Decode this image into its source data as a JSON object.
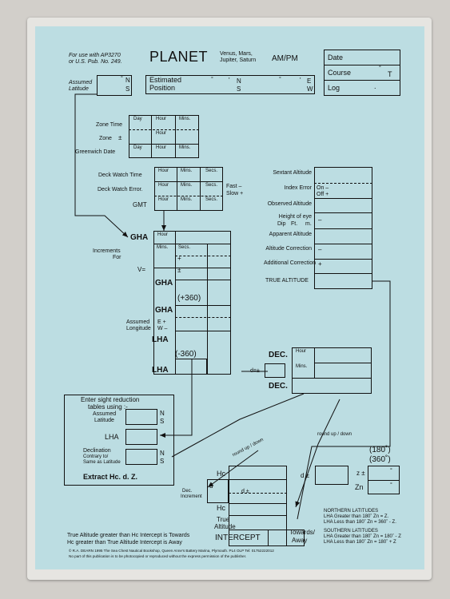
{
  "header": {
    "use_with_line1": "For use with AP3270",
    "use_with_line2": "or U.S. Pub. No. 249.",
    "title": "PLANET",
    "planets_line1": "Venus, Mars,",
    "planets_line2": "Jupiter, Saturn",
    "ampm": "AM/PM",
    "date_label": "Date",
    "course_label": "Course",
    "course_unit": "T",
    "log_label": "Log",
    "assumed_latitude_line1": "Assumed",
    "assumed_latitude_line2": "Latitude",
    "estimated_line1": "Estimated",
    "estimated_line2": "Position",
    "n": "N",
    "s": "S",
    "e": "E",
    "w": "W",
    "deg": "°",
    "min": "'",
    "dot": "."
  },
  "time_block": {
    "col_day": "Day",
    "col_hour": "Hour",
    "col_mins": "Mins.",
    "zone_time": "Zone Time",
    "zone": "Zone",
    "pm": "±",
    "greenwich_date": "Greenwich Date"
  },
  "watch_block": {
    "col_hour": "Hour",
    "col_mins": "Mins.",
    "col_secs": "Secs.",
    "deck_watch_time": "Deck Watch Time",
    "deck_watch_error": "Deck Watch Error.",
    "fast": "Fast –",
    "slow": "Slow +",
    "gmt": "GMT"
  },
  "gha_block": {
    "gha": "GHA",
    "hour": "Hour",
    "increments_line1": "Increments",
    "increments_line2": "For",
    "mins": "Mins.",
    "secs": "Secs.",
    "v": "V=",
    "plus": "+",
    "pm": "±",
    "plus360": "(+360)",
    "assumed_longitude_line1": "Assumed",
    "assumed_longitude_line2": "Longitude",
    "e_plus": "E +",
    "w_minus": "W –",
    "lha": "LHA",
    "minus360": "(-360)"
  },
  "altitude_block": {
    "sextant_altitude": "Sextant Altitude",
    "index_error": "Index Error",
    "on": "On –",
    "off": "Off +",
    "observed_altitude": "Observed Altitude",
    "height_of_eye": "Height of eye",
    "dip": "Dip",
    "ft": "Ft.",
    "m": "m.",
    "apparent_altitude": "Apparent Altitude",
    "altitude_correction": "Altitude Correction",
    "additional_correction": "Additional Correction",
    "true_altitude": "TRUE ALTITUDE",
    "minus": "–",
    "plus": "+"
  },
  "dec_block": {
    "dec": "DEC.",
    "hour": "Hour",
    "mins": "Mins.",
    "d_pm": "d=±"
  },
  "sight_reduction": {
    "enter_line1": "Enter sight  reduction",
    "enter_line2": "tables using :-",
    "assumed_latitude_line1": "Assumed",
    "assumed_latitude_line2": "Latitude",
    "lha": "LHA",
    "declination": "Declination",
    "contrary_line1": "Contrary to/",
    "contrary_line2": "Same as Latitude",
    "extract": "Extract  Hc.  d.  Z."
  },
  "intercept_block": {
    "round_up_down": "round up / down",
    "dec_increment_line1": "Dec.",
    "dec_increment_line2": "Increment",
    "d_label": "d",
    "hc": "Hc",
    "true_altitude_line1": "True",
    "true_altitude_line2": "Altitude",
    "intercept": "INTERCEPT",
    "towards_away_line1": "Towards/",
    "towards_away_line2": "Away",
    "d_pm": "d ±",
    "z_pm": "z ±",
    "zn": "Zn",
    "z180": "(180˚)",
    "z360": "(360˚)"
  },
  "latitude_rules": {
    "northern_title": "NORTHERN LATITUDES",
    "northern_1": "LHA Greater than 180˚ Zn = Z.",
    "northern_2": "LHA Less than 180˚ Zn = 360˚ - Z.",
    "southern_title": "SOUTHERN LATITUDES",
    "southern_1": "LHA Greater than 180˚ Zn = 180˚ - Z",
    "southern_2": "LHA Less than 180˚ Zn = 180˚ + Z"
  },
  "footer": {
    "note_1": "True Altitude greater than Hc Intercept is Towards",
    "note_2": "Hc greater than True Altitude Intercept is Away",
    "copyright": "© R.A. DEARN 1995   The Sea Chest Nautical Bookshop, Queen Anne's Battery Marina, Plymouth. PL4 OLP Tel: 01752222012",
    "rights": "No part of this publication is to be photocopied or reproduced without the express permission of the publisher."
  }
}
